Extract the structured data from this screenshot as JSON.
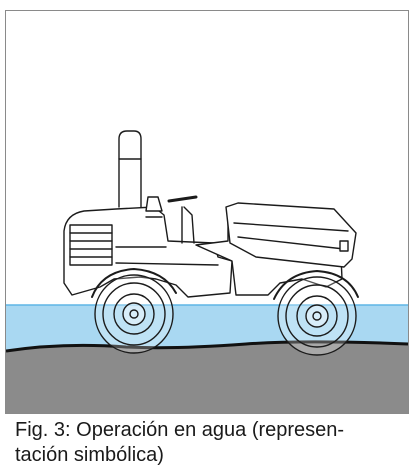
{
  "figure": {
    "caption_line1": "Fig. 3: Operación en agua (represen-",
    "caption_line2": "tación simbólica)",
    "illustration": "site-dumper-vehicle",
    "colors": {
      "water": "#a9d8f2",
      "water_line": "#5fb6e6",
      "ground": "#8b8b8b",
      "ground_line": "#111111",
      "vehicle_outline": "#1b1b1b",
      "frame_border": "#8a8a8a"
    }
  }
}
